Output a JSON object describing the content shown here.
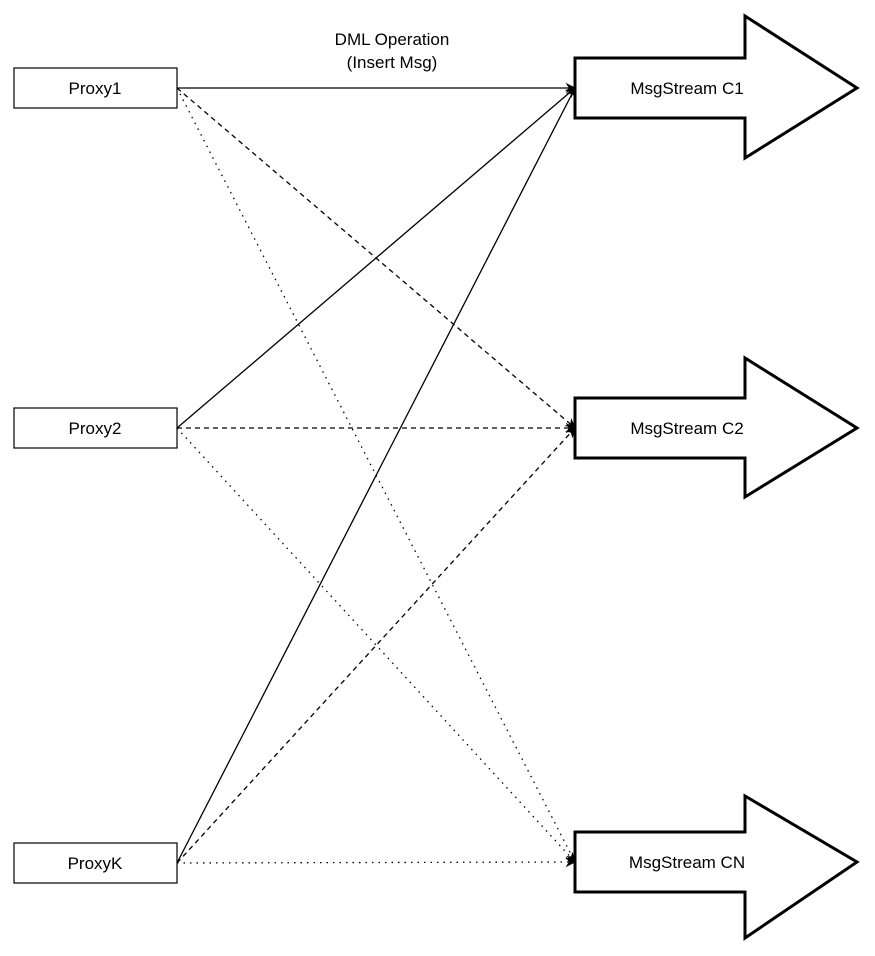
{
  "edge_label": {
    "line1": "DML Operation",
    "line2": "(Insert Msg)"
  },
  "proxies": [
    {
      "label": "Proxy1"
    },
    {
      "label": "Proxy2"
    },
    {
      "label": "ProxyK"
    }
  ],
  "streams": [
    {
      "label": "MsgStream C1"
    },
    {
      "label": "MsgStream C2"
    },
    {
      "label": "MsgStream CN"
    }
  ],
  "edge_styles": {
    "to_C1": "solid",
    "to_C2": "dashed",
    "to_CN": "dotted"
  },
  "colors": {
    "stroke": "#000000",
    "fill": "#ffffff"
  }
}
